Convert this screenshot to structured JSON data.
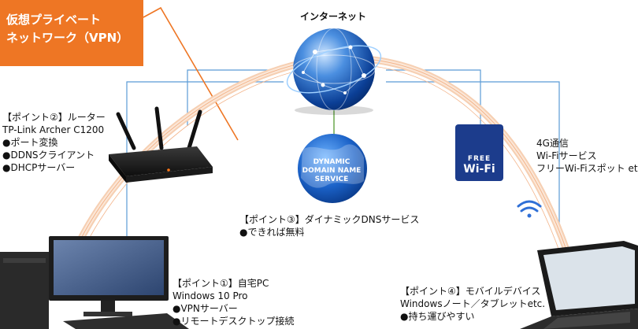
{
  "vpn": {
    "line1": "仮想プライベート",
    "line2": "ネットワーク（VPN）"
  },
  "internet": {
    "label": "インターネット"
  },
  "router": {
    "title": "【ポイント②】ルーター",
    "model": "TP-Link Archer C1200",
    "items": [
      "●ポート変換",
      "●DDNSクライアント",
      "●DHCPサーバー"
    ]
  },
  "dns": {
    "badge_lines": [
      "DYNAMIC",
      "DOMAIN NAME",
      "SERVICE"
    ],
    "title": "【ポイント③】ダイナミックDNSサービス",
    "items": [
      "●できれば無料"
    ]
  },
  "wifi": {
    "badge_top": "FREE",
    "badge_main": "Wi-Fi",
    "lines": [
      "4G通信",
      "Wi-Fiサービス",
      "フリーWi-Fiスポット etc."
    ]
  },
  "pc": {
    "title": "【ポイント①】自宅PC",
    "os": "Windows 10 Pro",
    "items": [
      "●VPNサーバー",
      "●リモートデスクトップ接続"
    ]
  },
  "mobile": {
    "title": "【ポイント④】モバイルデバイス",
    "subtitle": "Windowsノート／タブレットetc.",
    "items": [
      "●持ち運びやすい"
    ]
  },
  "colors": {
    "vpn_orange": "#ee7624",
    "tunnel": "#f3b48a",
    "network_line": "#5b9bd5",
    "dns_line": "#6aa84f",
    "globe_blue": "#1f66c6",
    "wifi_blue": "#1c3c8c"
  }
}
